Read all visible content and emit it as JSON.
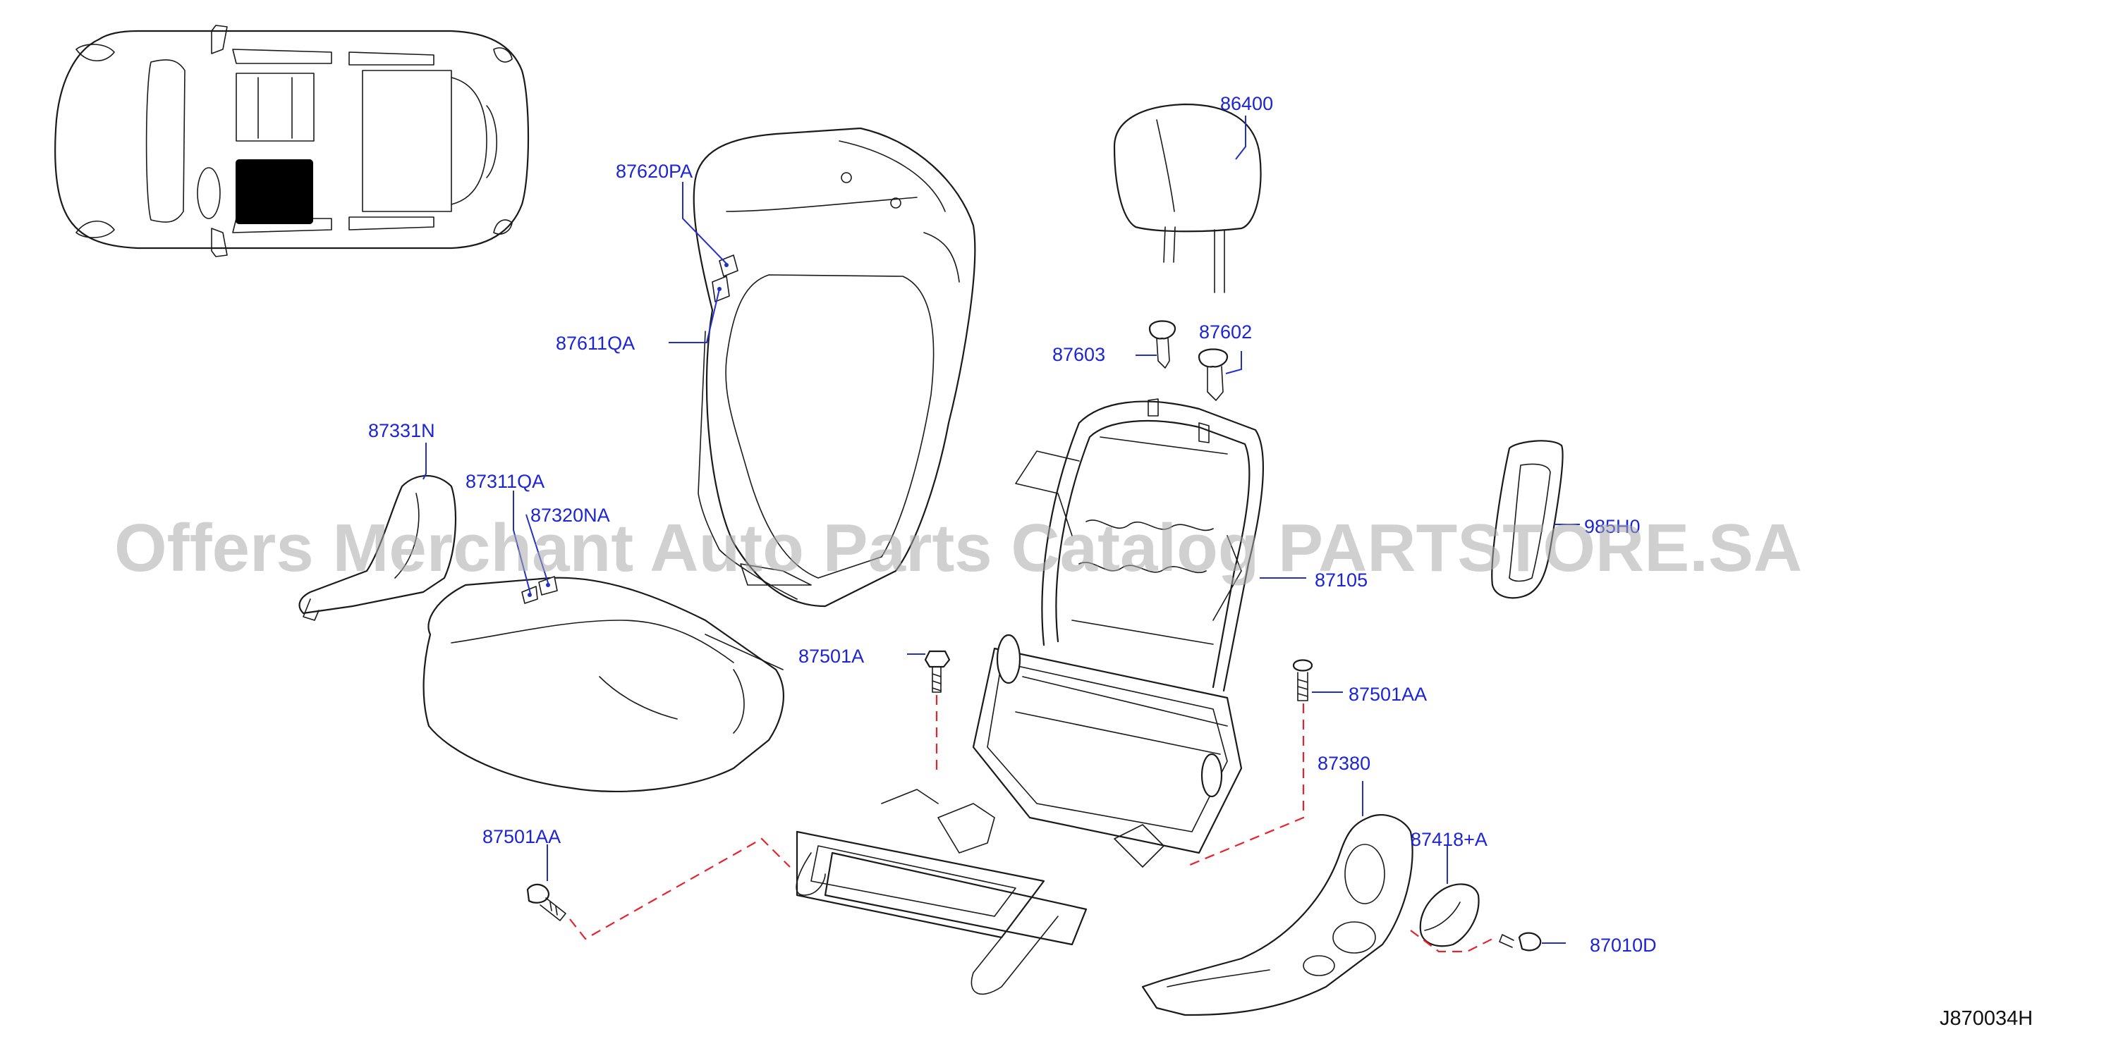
{
  "diagram": {
    "reference_code": "J870034H",
    "watermark": "Offers Merchant Auto Parts Catalog PARTSTORE.SA",
    "colors": {
      "line": "#1a1a1a",
      "label": "#1c24d8",
      "leader": "#2330c8",
      "dashed_route": "#e8232b",
      "highlight": "#000000",
      "watermark": "#aaaaaa"
    },
    "labels": {
      "headrest": "86400",
      "back_cover_pad": "87620PA",
      "back_cover_clip": "87611QA",
      "headrest_guide_lock": "87603",
      "headrest_guide_free": "87602",
      "side_cover_inner": "87331N",
      "cushion_cover_clip": "87311QA",
      "cushion_cover_pad": "87320NA",
      "side_airbag_module": "985H0",
      "seat_frame": "87105",
      "bolt_a": "87501A",
      "bolt_aa_right": "87501AA",
      "bolt_aa_left": "87501AA",
      "side_finisher": "87380",
      "knob": "87418+A",
      "screw": "87010D"
    },
    "icons": [
      "vehicle-top-view-icon",
      "highlighted-seat-position-icon"
    ]
  }
}
